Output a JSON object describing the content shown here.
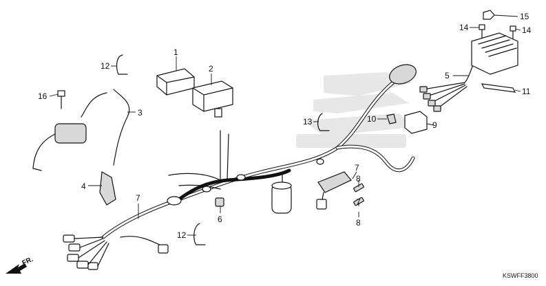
{
  "diagram": {
    "code": "KSWFF3800",
    "direction_label": "FR.",
    "callouts": {
      "c1": "1",
      "c2": "2",
      "c3": "3",
      "c4": "4",
      "c5": "5",
      "c6": "6",
      "c7a": "7",
      "c7b": "7",
      "c7c": "7",
      "c8a": "8",
      "c8b": "8",
      "c9": "9",
      "c10": "10",
      "c11": "11",
      "c12a": "12",
      "c12b": "12",
      "c13": "13",
      "c14a": "14",
      "c14b": "14",
      "c15": "15",
      "c16": "16"
    }
  }
}
